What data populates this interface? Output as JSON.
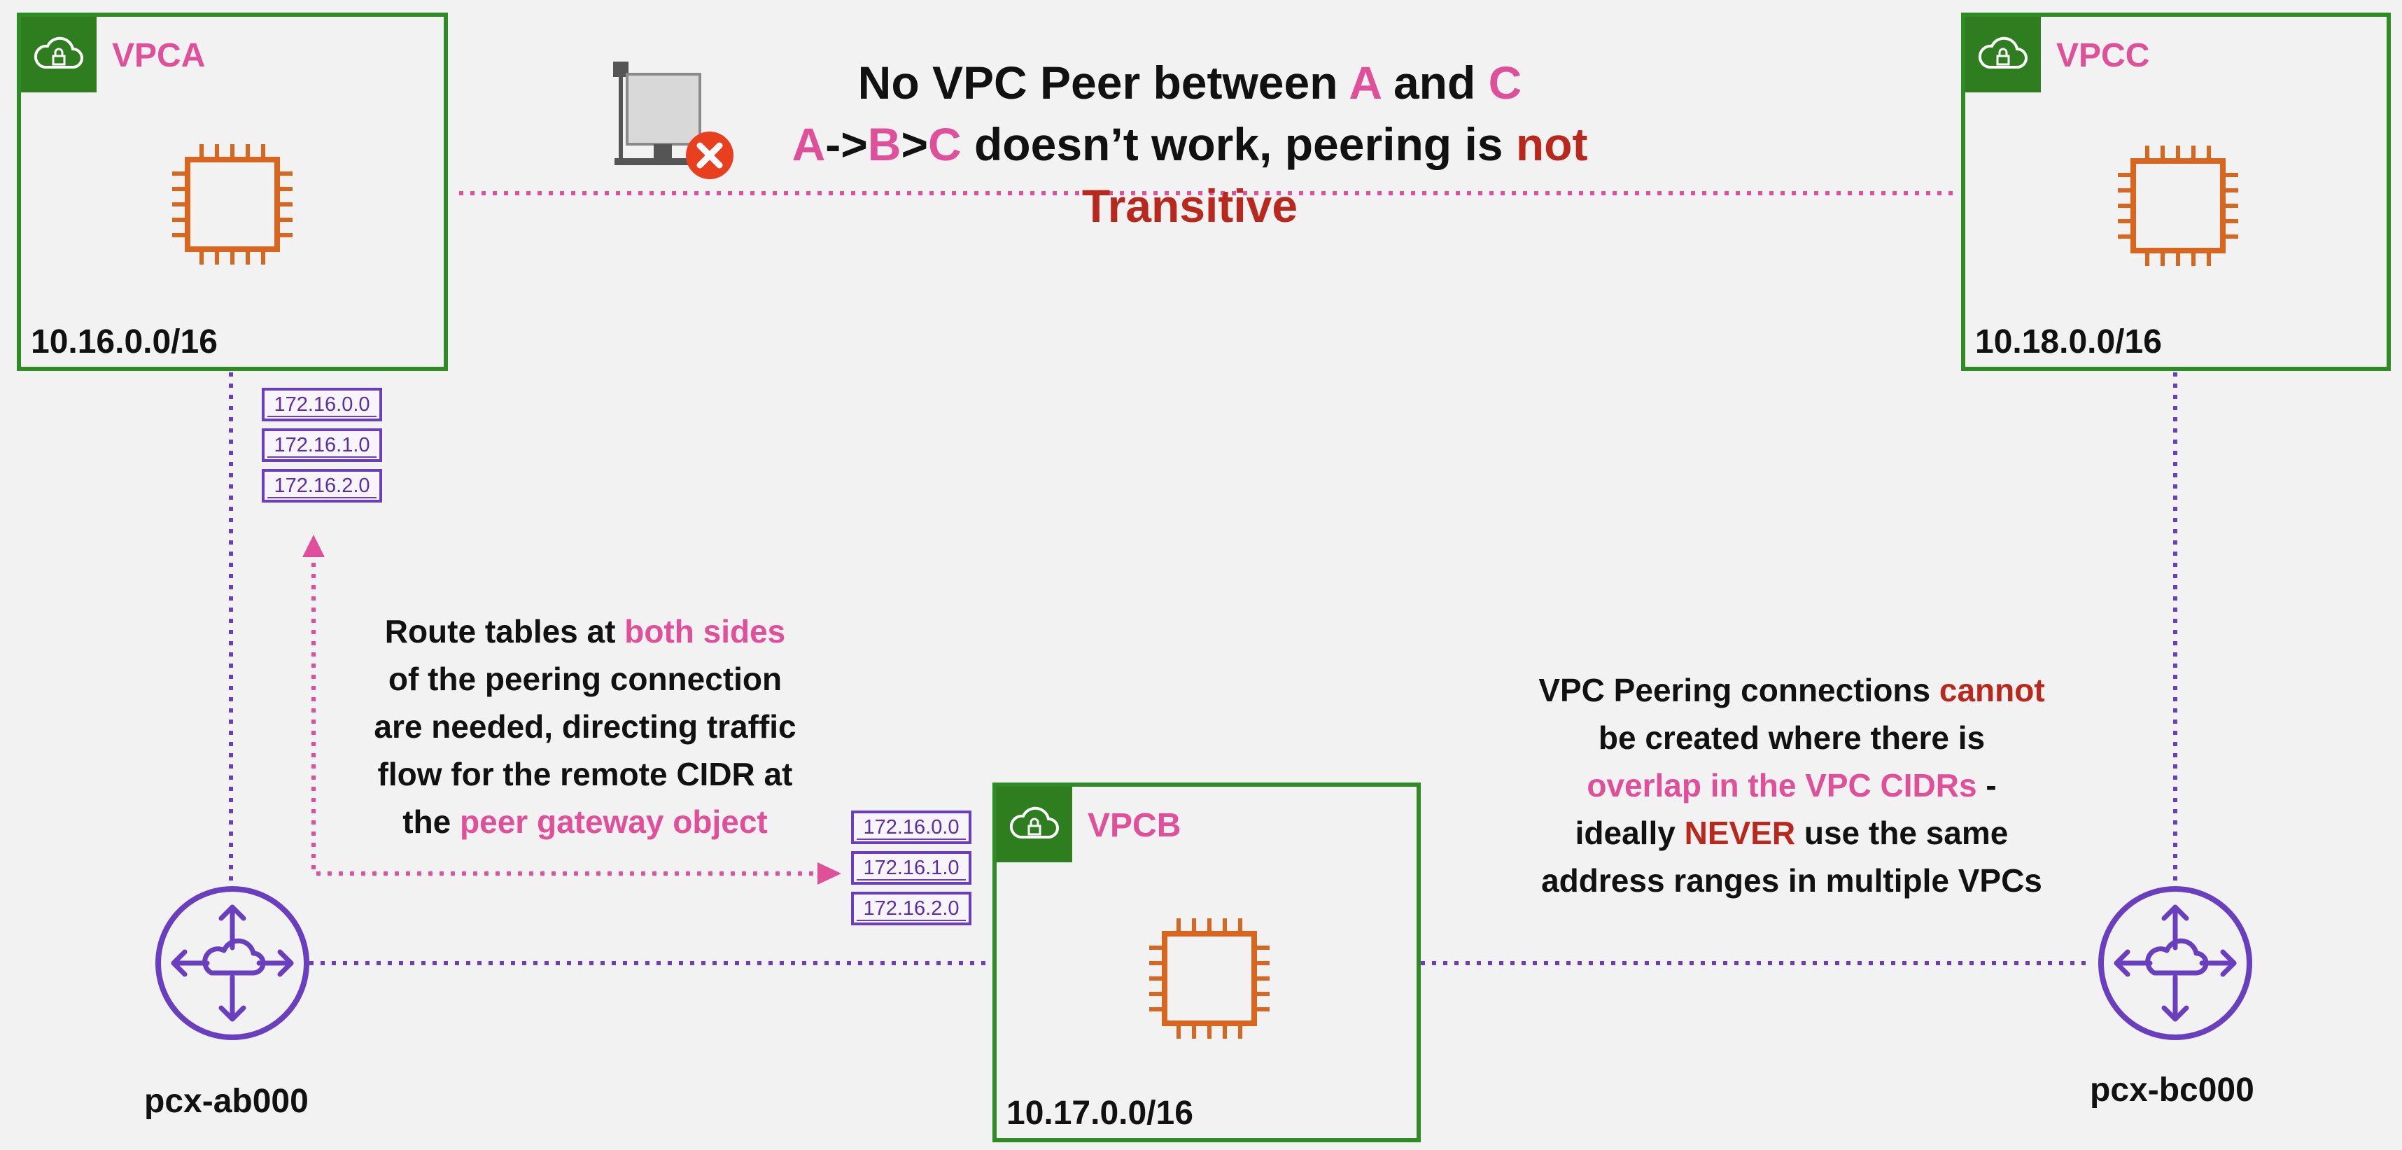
{
  "vpcs": {
    "a": {
      "name": "VPCA",
      "cidr": "10.16.0.0/16"
    },
    "b": {
      "name": "VPCB",
      "cidr": "10.17.0.0/16"
    },
    "c": {
      "name": "VPCC",
      "cidr": "10.18.0.0/16"
    }
  },
  "route_tables": {
    "a": [
      "172.16.0.0",
      "172.16.1.0",
      "172.16.2.0"
    ],
    "b": [
      "172.16.0.0",
      "172.16.1.0",
      "172.16.2.0"
    ]
  },
  "peering": {
    "ab": "pcx-ab000",
    "bc": "pcx-bc000"
  },
  "heading": {
    "line1_pre": "No VPC Peer between ",
    "line1_a": "A",
    "line1_mid": " and ",
    "line1_c": "C",
    "line2_a": "A",
    "line2_arrow1": "->",
    "line2_b": "B",
    "line2_arrow2": ">",
    "line2_c": "C",
    "line2_text": " doesn’t work, peering is ",
    "line2_red": "not Transitive"
  },
  "route_note": {
    "l1_pre": "Route tables at ",
    "l1_pink": "both sides",
    "l2": "of the peering connection",
    "l3": "are needed, directing traffic",
    "l4": "flow for the remote CIDR at",
    "l5_pre": "the ",
    "l5_pink": "peer gateway object"
  },
  "overlap_note": {
    "l1_pre": "VPC Peering connections ",
    "l1_red": "cannot",
    "l2": "be created where there is",
    "l3_pink": "overlap in the VPC CIDRs",
    "l3_post": " -",
    "l4_pre": "ideally ",
    "l4_red": "NEVER",
    "l4_post": " use the same",
    "l5": "address ranges in multiple VPCs"
  },
  "colors": {
    "vpc_border": "#2e8b25",
    "badge": "#2e7d1f",
    "pink": "#e0509a",
    "red": "#b8281c",
    "purple": "#6a3fbf",
    "ec2_orange": "#d9661f",
    "error_red": "#e8401f"
  },
  "icons": {
    "vpc": "cloud-lock-icon",
    "instance": "ec2-chip-icon",
    "peering": "peering-router-icon",
    "failed": "computer-error-icon"
  }
}
